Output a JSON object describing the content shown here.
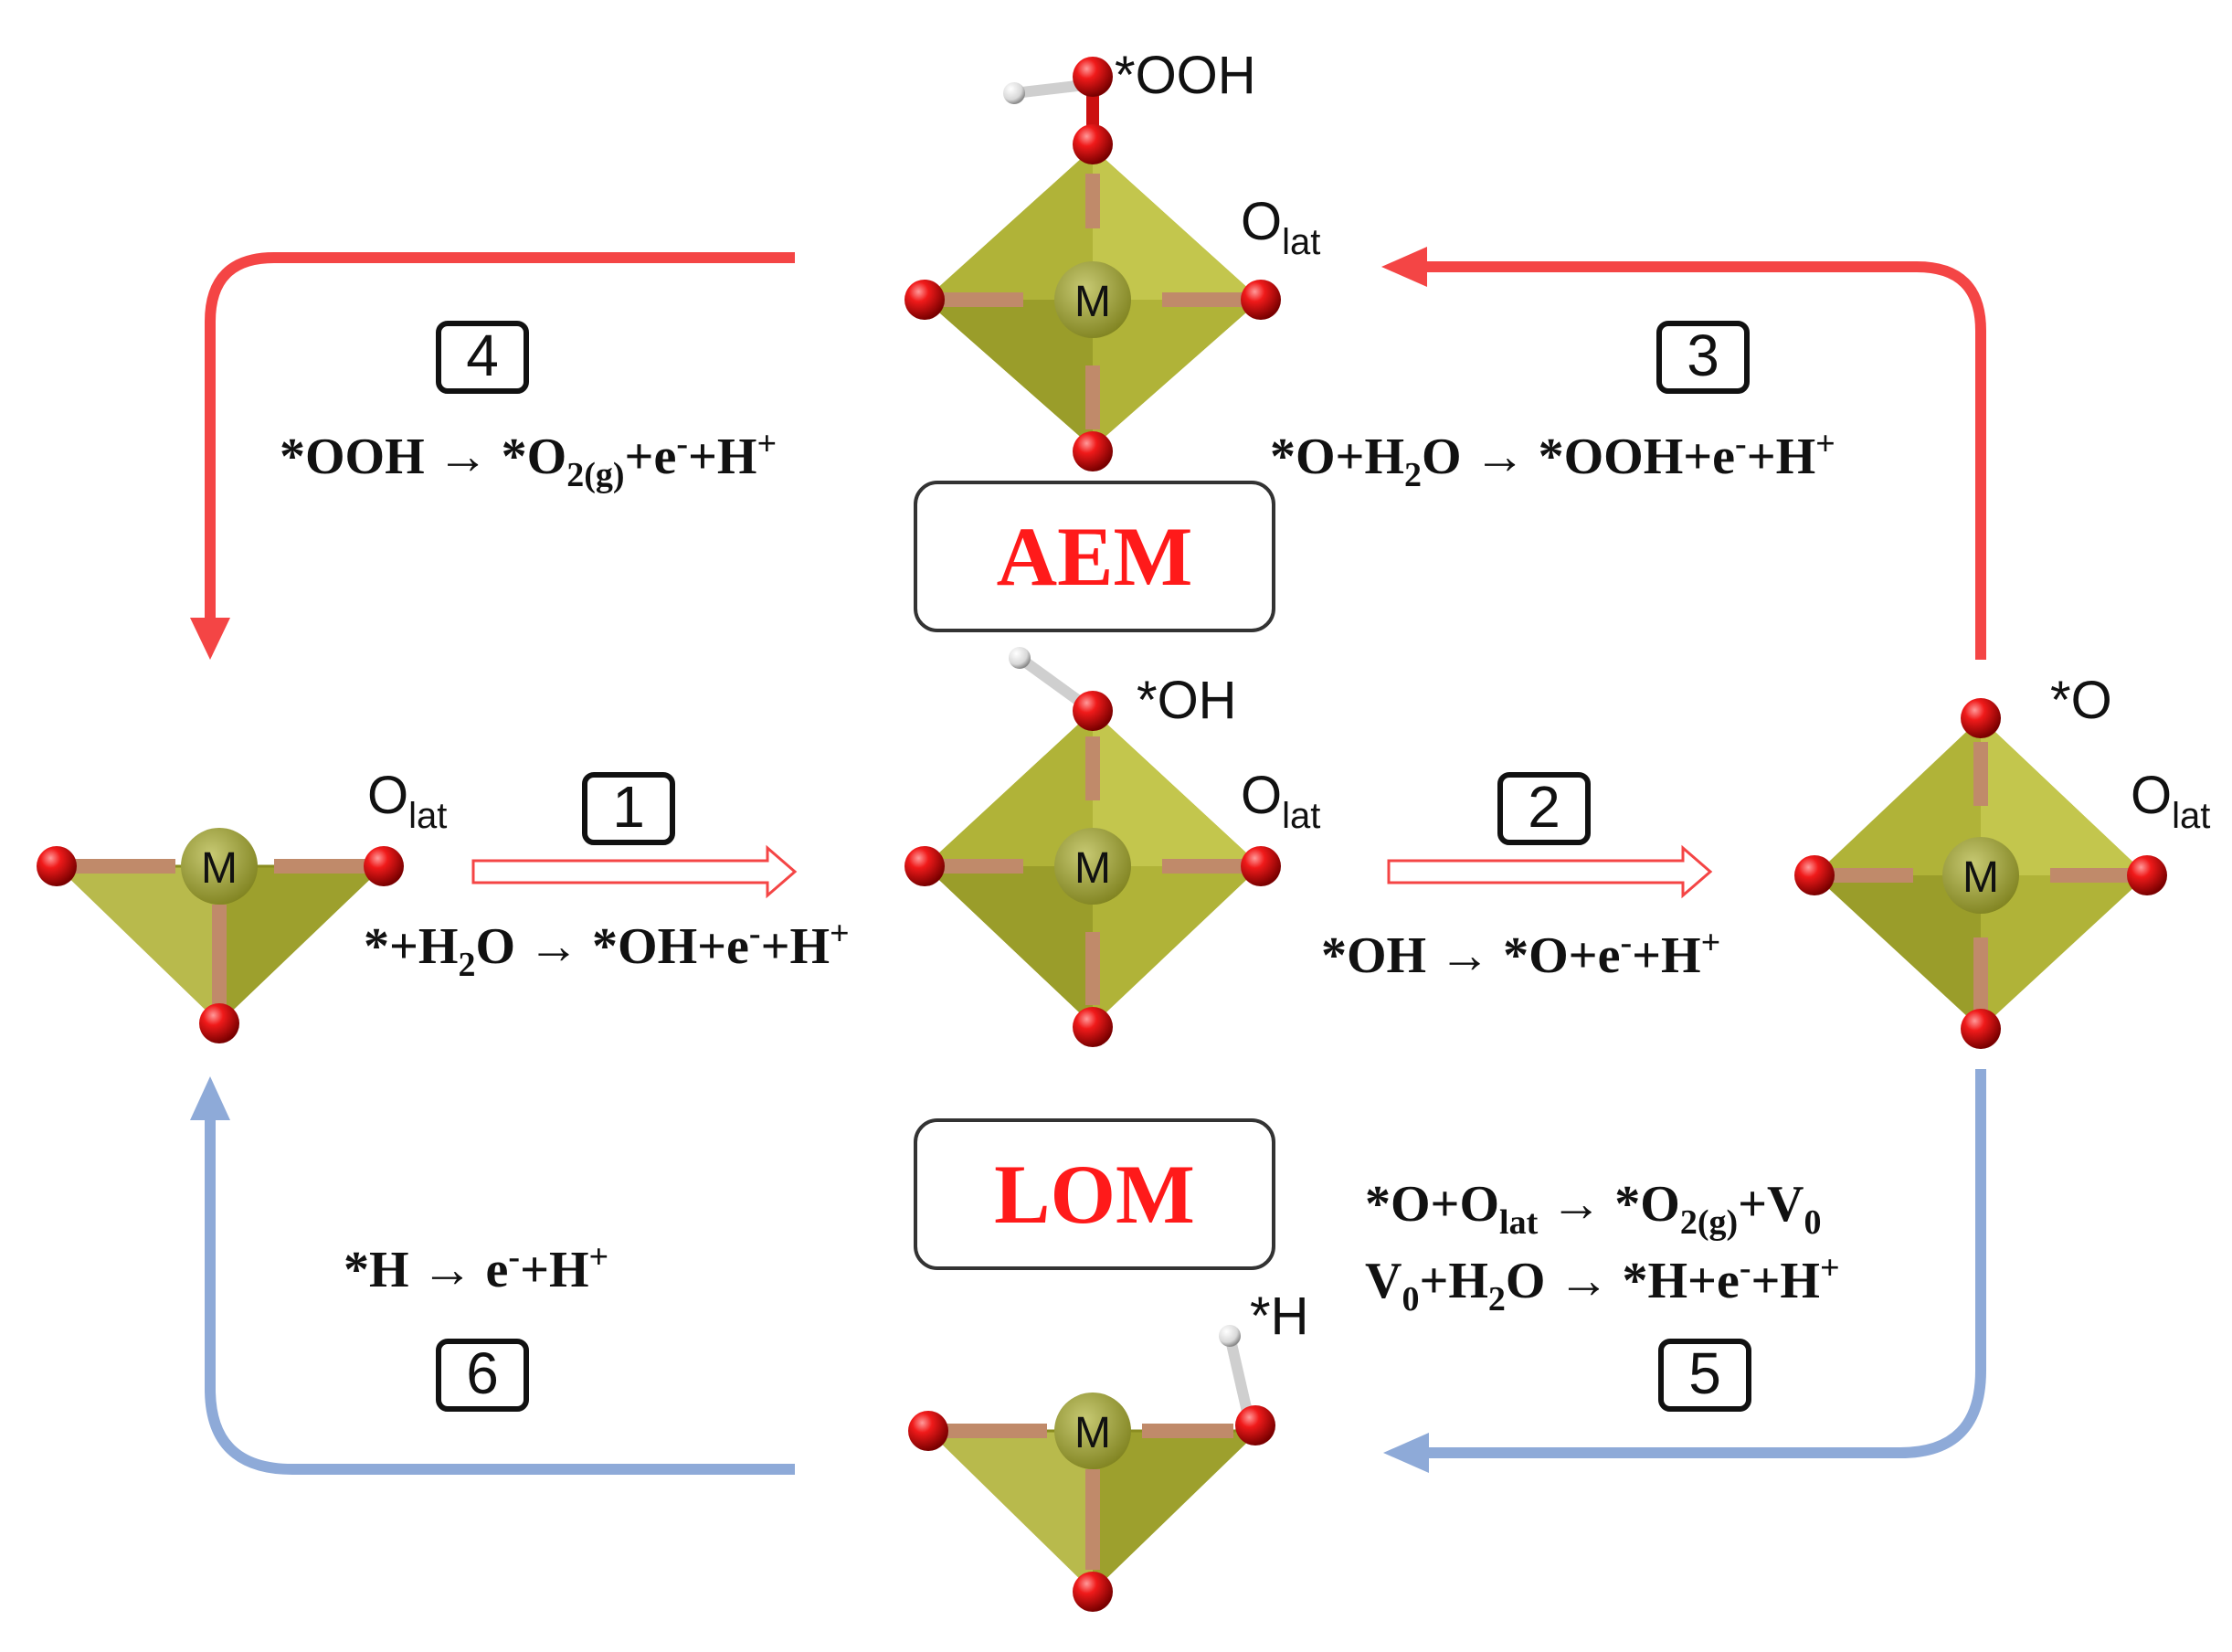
{
  "colors": {
    "aem": "#f44545",
    "lom": "#8eaad8",
    "polyhedron": "#b0b338",
    "polyhedron_dark": "#8d8f25",
    "oxygen": "#e31010",
    "mechanism_text": "#ff1a1a"
  },
  "mechanisms": {
    "aem": "AEM",
    "lom": "LOM"
  },
  "metal": "M",
  "species": {
    "ooh": "*OOH",
    "oh": "*OH",
    "o": "*O",
    "h": "*H",
    "olat": {
      "base": "O",
      "sub": "lat"
    }
  },
  "steps": [
    {
      "n": "1",
      "equation": [
        "*+H",
        "2",
        "O → *OH+e",
        "-",
        "+H",
        "+"
      ]
    },
    {
      "n": "2",
      "equation": [
        "*OH → *O+e",
        "-",
        "+H",
        "+"
      ]
    },
    {
      "n": "3",
      "equation": [
        "*O+H",
        "2",
        "O → *OOH+e",
        "-",
        "+H",
        "+"
      ]
    },
    {
      "n": "4",
      "equation": [
        "*OOH → *O",
        "2(g)",
        "+e",
        "-",
        "+H",
        "+"
      ]
    },
    {
      "n": "5",
      "equation_a": [
        "*O+O",
        "lat",
        " → *O",
        "2(g)",
        "+V",
        "0"
      ],
      "equation_b": [
        "V",
        "0",
        "+H",
        "2",
        "O → *H+e",
        "-",
        "+H",
        "+"
      ]
    },
    {
      "n": "6",
      "equation": [
        "*H → e",
        "-",
        "+H",
        "+"
      ]
    }
  ]
}
